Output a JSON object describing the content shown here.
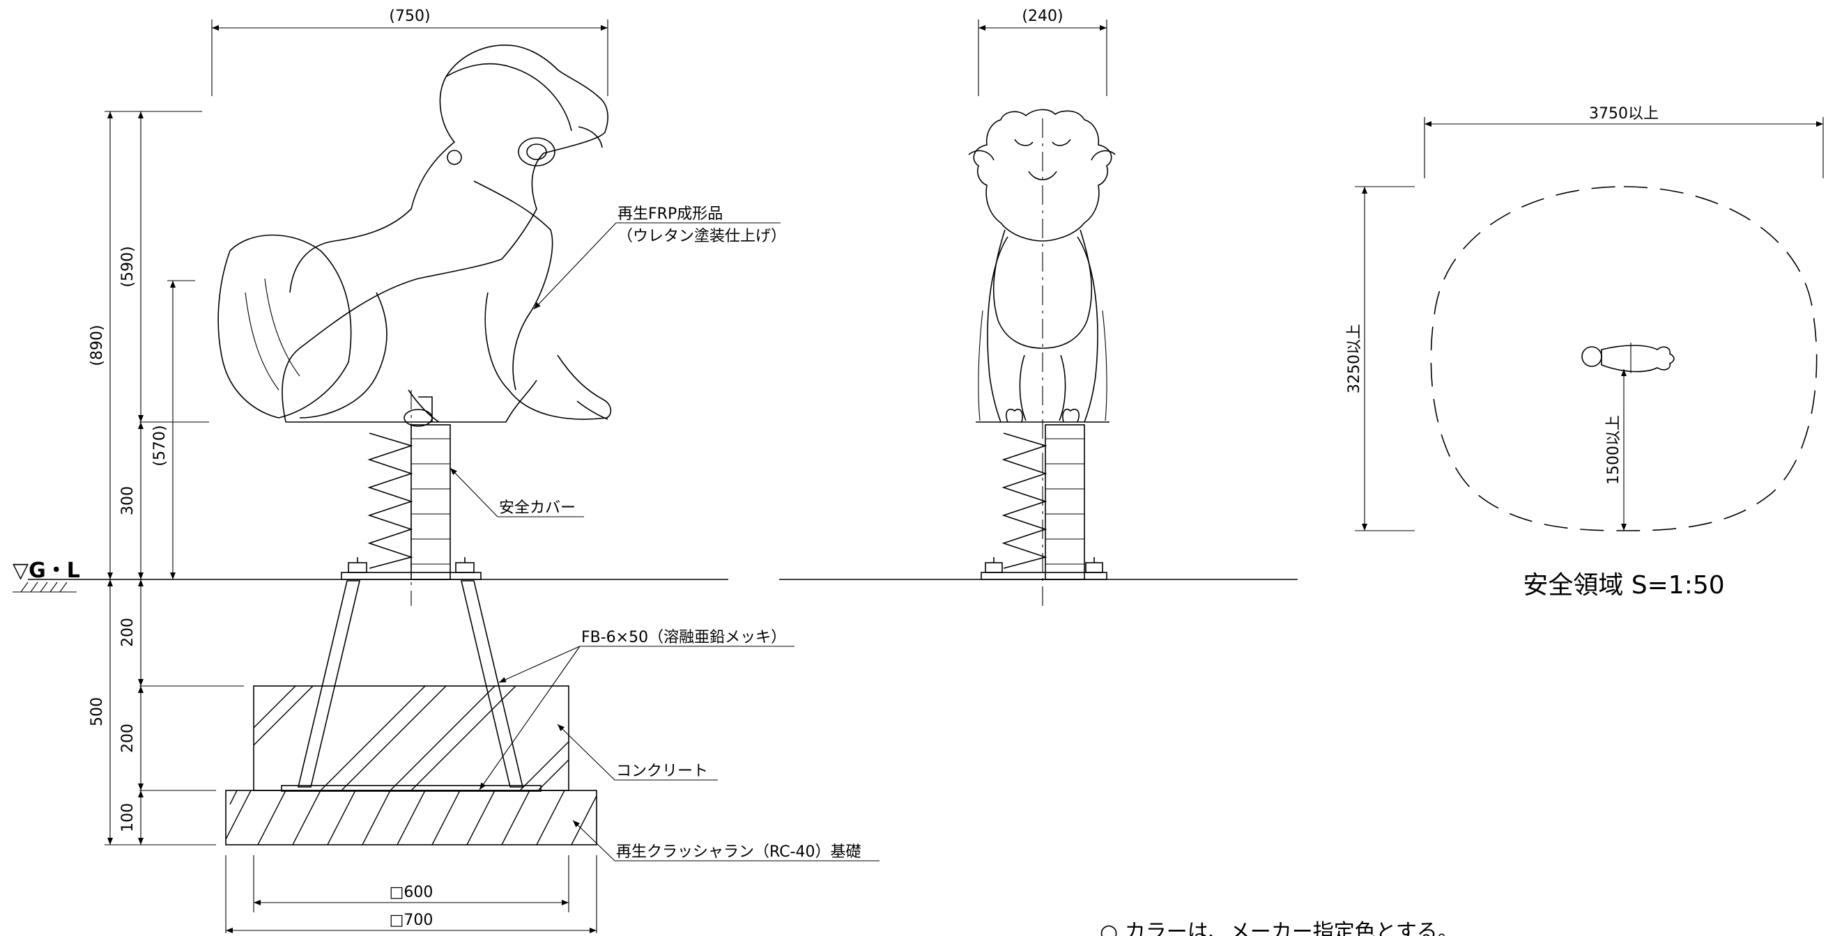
{
  "dimensions": {
    "width_750": "(750)",
    "width_240": "(240)",
    "height_890": "(890)",
    "height_590": "(590)",
    "height_570": "(570)",
    "height_300": "300",
    "depth_500": "500",
    "depth_200_top": "200",
    "depth_200_mid": "200",
    "depth_100": "100",
    "square_600": "□600",
    "square_700": "□700"
  },
  "labels": {
    "gl_mark": "▽G・L",
    "frp_line1": "再生FRP成形品",
    "frp_line2": "（ウレタン塗装仕上げ）",
    "safety_cover": "安全カバー",
    "fb_bar": "FB-6×50（溶融亜鉛メッキ）",
    "concrete": "コンクリート",
    "crusher_run": "再生クラッシャラン（RC-40）基礎"
  },
  "safety_area": {
    "width": "3750以上",
    "height": "3250以上",
    "radius": "1500以上",
    "title": "安全領域 S=1:50"
  },
  "note": "○ カラーは、メーカー指定色とする。"
}
